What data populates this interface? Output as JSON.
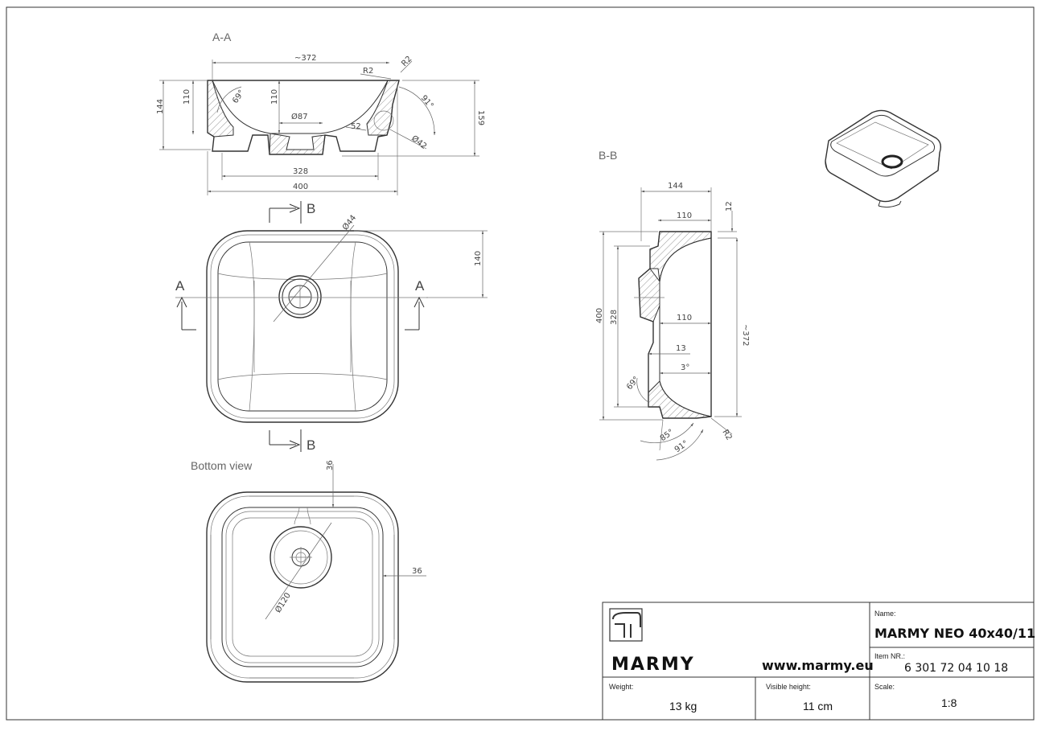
{
  "views": {
    "section_aa": "A-A",
    "section_bb": "B-B",
    "bottom": "Bottom view"
  },
  "markers": {
    "a": "A",
    "b": "B"
  },
  "dims_aa": {
    "d372": "~372",
    "r2a": "R2",
    "r2b": "R2",
    "a69": "69°",
    "d110a": "110",
    "d110b": "110",
    "d144": "144",
    "o87": "Ø87",
    "d52": "52",
    "a91": "91°",
    "d159": "159",
    "o42": "Ø42",
    "d328": "328",
    "d400": "400"
  },
  "dims_top": {
    "o44": "Ø44",
    "d140": "140"
  },
  "dims_bottom": {
    "d36a": "36",
    "d36b": "36",
    "o120": "Ø120"
  },
  "dims_bb": {
    "d144": "144",
    "d110a": "110",
    "d12": "12",
    "d400": "400",
    "d328": "328",
    "d110b": "110",
    "d372": "~372",
    "d13": "13",
    "a3": "3°",
    "a69": "69°",
    "a85": "85°",
    "a91": "91°",
    "r2": "R2"
  },
  "title_block": {
    "brand": "MARMY",
    "url": "www.marmy.eu",
    "name_label": "Name:",
    "name_value": "MARMY NEO 40x40/11",
    "item_label": "Item NR.:",
    "item_value": "6 301 72 04 10 18",
    "weight_label": "Weight:",
    "weight_value": "13 kg",
    "height_label": "Visible height:",
    "height_value": "11 cm",
    "scale_label": "Scale:",
    "scale_value": "1:8"
  }
}
